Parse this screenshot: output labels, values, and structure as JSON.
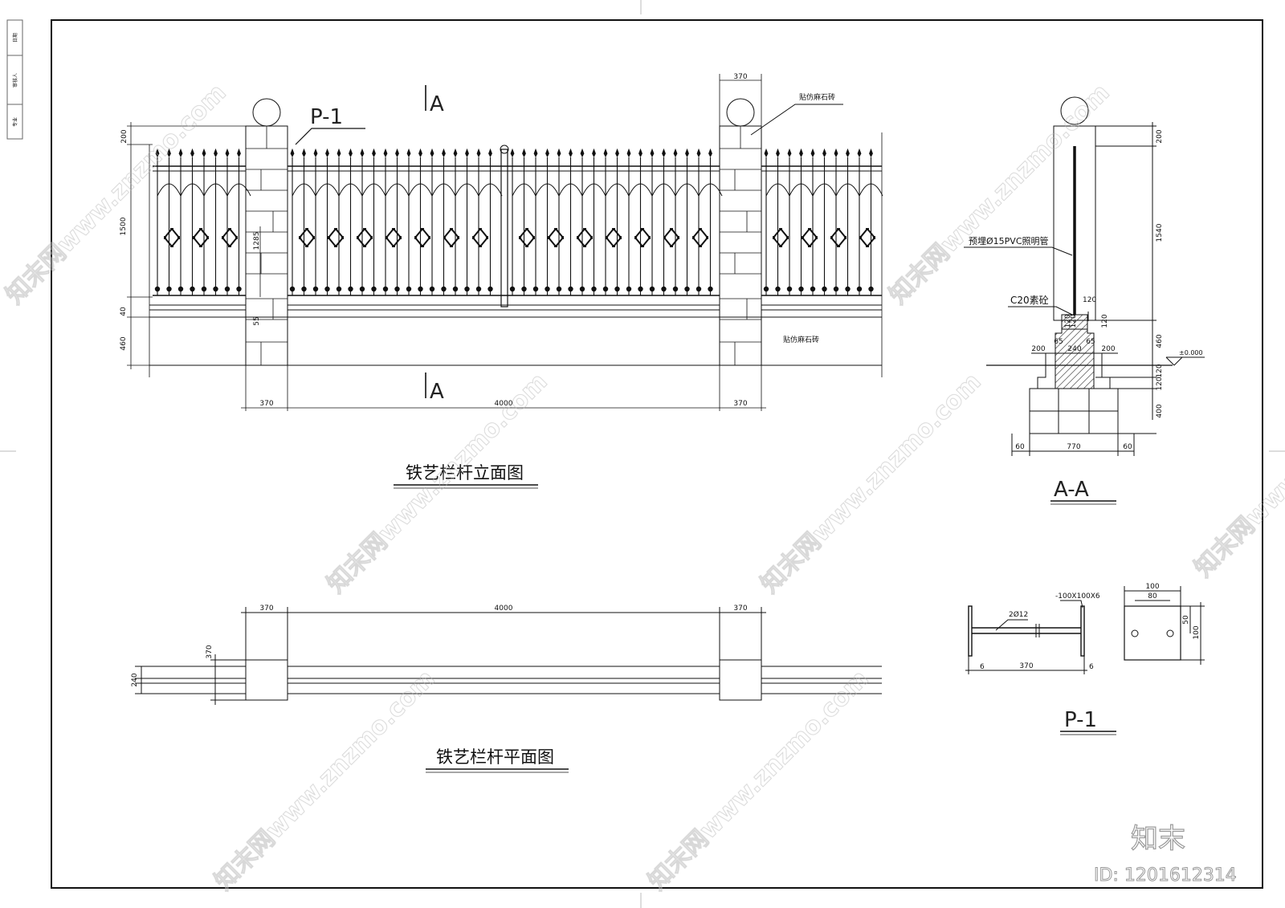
{
  "sidebar": {
    "cells": [
      "日期",
      "审核人",
      "专业"
    ]
  },
  "elevation": {
    "title": "铁艺栏杆立面图",
    "section_mark": "A",
    "callout": "P-1",
    "note_top": "贴仿麻石砖",
    "note_base": "贴仿麻石砖",
    "dims": {
      "pier_width_top": "370",
      "pier_left": "370",
      "span": "4000",
      "pier_right": "370",
      "h_top": "200",
      "h_fence": "1500",
      "h_pier": "1285",
      "h_rail": "40",
      "h_base": "460",
      "small": "55"
    }
  },
  "section": {
    "title": "A-A",
    "pvc_note": "预埋Ø15PVC照明管",
    "concrete_note": "C20素砼",
    "level": "±0.000",
    "dims": {
      "h_top": "200",
      "h_fence": "1540",
      "cap": "120",
      "h_base": "460",
      "h_120a": "120",
      "h_120b": "120",
      "h_400": "400",
      "w_200l": "200",
      "w_65l": "65",
      "w_240": "240",
      "w_65r": "65",
      "w_200r": "200",
      "w_60l": "60",
      "w_770": "770",
      "w_60r": "60",
      "inner_a": "120",
      "inner_b": "120",
      "inner_c": "120"
    }
  },
  "plan": {
    "title": "铁艺栏杆平面图",
    "dims": {
      "pier_left": "370",
      "span": "4000",
      "pier_right": "370",
      "h_370": "370",
      "h_240": "240"
    }
  },
  "detail_p1": {
    "title": "P-1",
    "bar": "2Ø12",
    "plate": "-100X100X6",
    "w_6l": "6",
    "w_370": "370",
    "w_6r": "6",
    "plate_w": "100",
    "plate_inner": "80",
    "plate_h": "100",
    "plate_half": "50"
  },
  "watermark": {
    "text": "知末网www.znzmo.com",
    "logo": "知末",
    "id": "ID: 1201612314"
  }
}
